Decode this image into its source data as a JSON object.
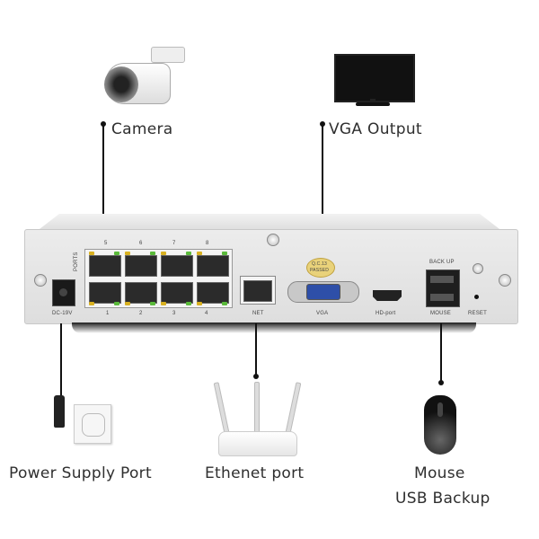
{
  "callouts": {
    "camera": "Camera",
    "vga_output": "VGA Output",
    "power_supply_port": "Power Supply Port",
    "ethernet_port": "Ethenet port",
    "mouse": "Mouse",
    "usb_backup": "USB Backup"
  },
  "device_labels": {
    "ports_top": [
      "5",
      "6",
      "7",
      "8"
    ],
    "ports_bottom": [
      "1",
      "2",
      "3",
      "4"
    ],
    "ports_title": "PORTS",
    "dc": "DC-19V",
    "net": "NET",
    "vga": "VGA",
    "hd_port": "HD-port",
    "back_up": "BACK UP",
    "mouse": "MOUSE",
    "reset": "RESET",
    "qc_sticker_line1": "Q.C.13",
    "qc_sticker_line2": "PASSED"
  },
  "colors": {
    "vga_blue": "#2e4fa8",
    "led_yellow": "#d8b020",
    "led_green": "#5aba3a",
    "sticker": "#e9d27a"
  }
}
